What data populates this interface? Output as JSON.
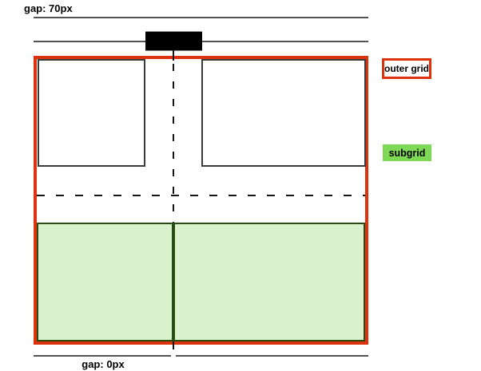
{
  "diagram": {
    "annotations": {
      "outer_gap_label": "gap: 70px",
      "subgrid_gap_label": "gap: 0px"
    },
    "legend": {
      "outer_grid": {
        "label": "outer grid",
        "border_color": "#dc320e"
      },
      "subgrid": {
        "label": "subgrid",
        "fill_color": "#7ed957"
      }
    },
    "colors": {
      "outer_border": "#dc320e",
      "subgrid_fill": "#d9f2cd",
      "subgrid_border": "#274d12",
      "legend_green": "#7ed957",
      "item_border": "#3b3b3b",
      "dimension_line": "#555555",
      "dash_line": "#141414",
      "gap_swatch": "#000000",
      "text": "#000000",
      "background": "#ffffff"
    }
  }
}
